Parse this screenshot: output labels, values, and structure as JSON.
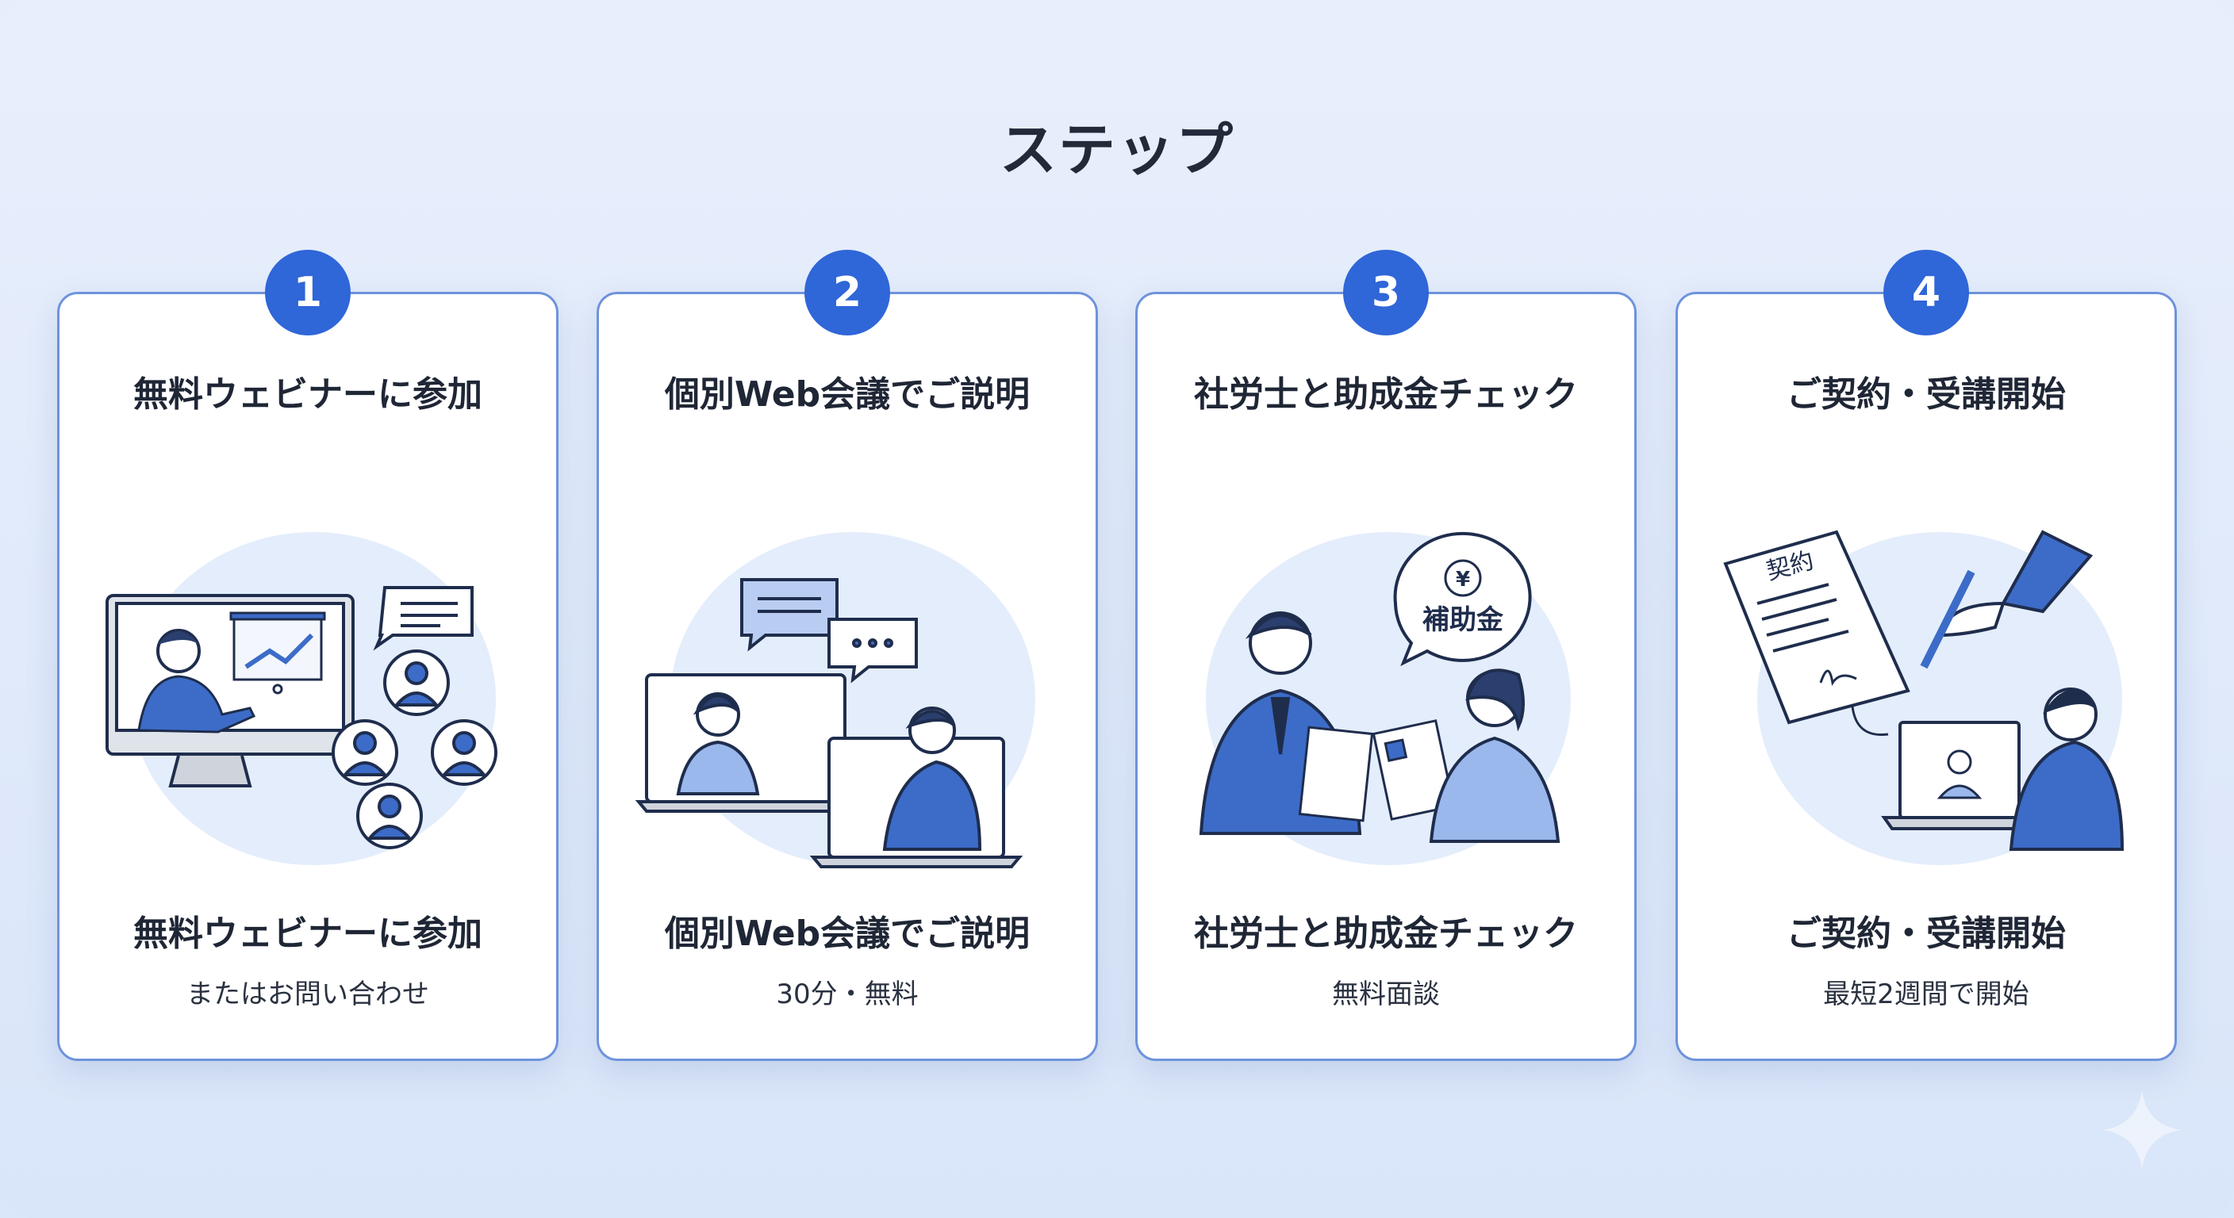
{
  "page": {
    "title": "ステップ"
  },
  "steps": [
    {
      "number": "1",
      "title": "無料ウェビナーに参加",
      "caption_title": "無料ウェビナーに参加",
      "caption_sub": "またはお問い合わせ"
    },
    {
      "number": "2",
      "title": "個別Web会議でご説明",
      "caption_title": "個別Web会議でご説明",
      "caption_sub": "30分・無料"
    },
    {
      "number": "3",
      "title": "社労士と助成金チェック",
      "caption_title": "社労士と助成金チェック",
      "caption_sub": "無料面談",
      "bubble_text": "補助金",
      "bubble_icon": "¥"
    },
    {
      "number": "4",
      "title": "ご契約・受講開始",
      "caption_title": "ご契約・受講開始",
      "caption_sub": "最短2週間で開始",
      "document_text": "契約"
    }
  ],
  "colors": {
    "accent": "#2f66d8",
    "border": "#6e93dc",
    "ink": "#1f2d4d",
    "figure": "#3c6cc8",
    "circle": "#e4edfb"
  }
}
